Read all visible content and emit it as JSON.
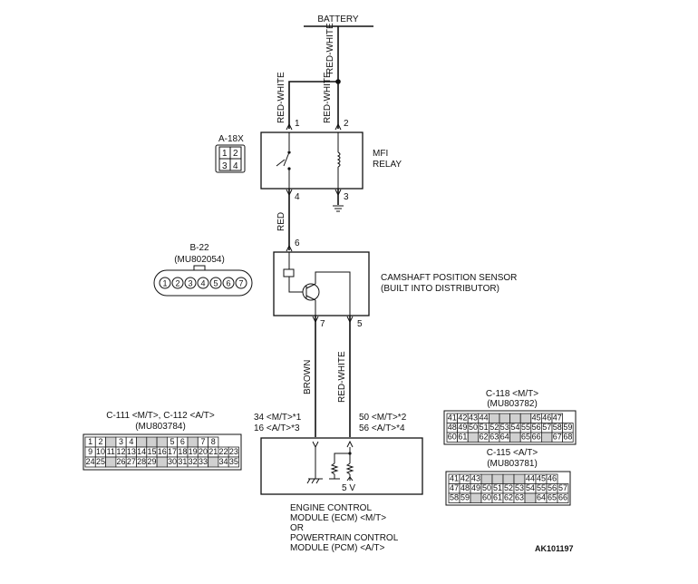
{
  "battery_label": "BATTERY",
  "wires": {
    "w_top": "RED-WHITE",
    "w_pin1": "RED-WHITE",
    "w_pin2": "RED-WHITE",
    "w_red": "RED",
    "w_brown": "BROWN",
    "w_redwhite": "RED-WHITE"
  },
  "mfi_relay": {
    "connector": "A-18X",
    "name_line1": "MFI",
    "name_line2": "RELAY",
    "pins": {
      "p1": "1",
      "p2": "2",
      "p3": "3",
      "p4": "4"
    },
    "conn_cells": {
      "c1": "1",
      "c2": "2",
      "c3": "3",
      "c4": "4"
    }
  },
  "cam_sensor": {
    "connector": "B-22",
    "part": "(MU802054)",
    "name_line1": "CAMSHAFT POSITION SENSOR",
    "name_line2": "(BUILT INTO DISTRIBUTOR)",
    "pins": {
      "p5": "5",
      "p6": "6",
      "p7": "7"
    },
    "conn_pins": [
      "1",
      "2",
      "3",
      "4",
      "5",
      "6",
      "7"
    ]
  },
  "ecm": {
    "pin_brown_1": "34 <M/T>*1",
    "pin_brown_2": "16 <A/T>*3",
    "pin_rw_1": "50 <M/T>*2",
    "pin_rw_2": "56 <A/T>*4",
    "voltage": "5 V",
    "name_line1": "ENGINE CONTROL",
    "name_line2": "MODULE (ECM) <M/T>",
    "name_line3": "OR",
    "name_line4": "POWERTRAIN CONTROL",
    "name_line5": "MODULE (PCM) <A/T>"
  },
  "conn_c111": {
    "title": "C-111 <M/T>, C-112 <A/T>",
    "part": "(MU803784)",
    "rows": [
      [
        "1",
        "2",
        "",
        "3",
        "4",
        "",
        "",
        "",
        "5",
        "6",
        "",
        "7",
        "8"
      ],
      [
        "9",
        "10",
        "11",
        "12",
        "13",
        "14",
        "15",
        "16",
        "17",
        "18",
        "19",
        "20",
        "21",
        "22",
        "23"
      ],
      [
        "24",
        "25",
        "",
        "26",
        "27",
        "28",
        "29",
        "",
        "30",
        "31",
        "32",
        "33",
        "",
        "34",
        "35"
      ]
    ]
  },
  "conn_c118": {
    "title": "C-118 <M/T>",
    "part": "(MU803782)",
    "rows": [
      [
        "41",
        "42",
        "43",
        "44",
        "",
        "",
        "",
        "",
        "45",
        "46",
        "47"
      ],
      [
        "48",
        "49",
        "50",
        "51",
        "52",
        "53",
        "54",
        "55",
        "56",
        "57",
        "58",
        "59"
      ],
      [
        "60",
        "61",
        "",
        "62",
        "63",
        "64",
        "",
        "65",
        "66",
        "",
        "67",
        "68"
      ]
    ]
  },
  "conn_c115": {
    "title": "C-115 <A/T>",
    "part": "(MU803781)",
    "rows": [
      [
        "41",
        "42",
        "43",
        "",
        "",
        "",
        "",
        "44",
        "45",
        "46"
      ],
      [
        "47",
        "48",
        "49",
        "50",
        "51",
        "52",
        "53",
        "54",
        "55",
        "56",
        "57"
      ],
      [
        "58",
        "59",
        "",
        "60",
        "61",
        "62",
        "63",
        "",
        "64",
        "65",
        "66"
      ]
    ]
  },
  "figure_code": "AK101197"
}
